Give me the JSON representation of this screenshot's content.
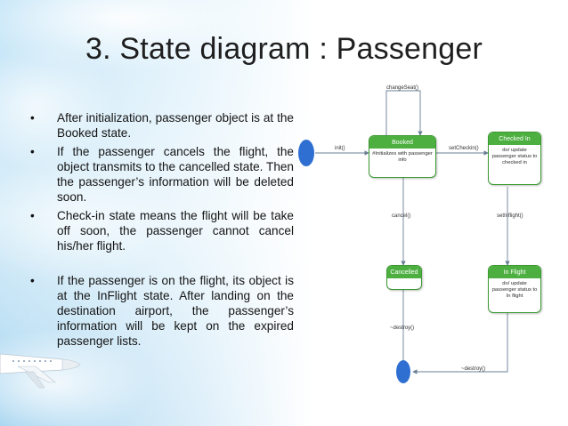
{
  "slide": {
    "title": "3. State diagram : Passenger",
    "bullets": [
      "After initialization, passenger object is at the Booked state.",
      "If the passenger cancels the flight, the object transmits to the cancelled state. Then the passenger’s information will be deleted soon.",
      "Check-in state means the flight will be take off soon, the passenger cannot cancel his/her flight.",
      "If the passenger is on the flight, its object is at the InFlight state. After landing on the destination airport, the passenger’s information will be kept on the expired passenger lists."
    ],
    "bullet_symbol": "•"
  },
  "diagram": {
    "states": {
      "booked": {
        "name": "Booked",
        "action": "#Initializes with passenger info"
      },
      "checked_in": {
        "name": "Checked In",
        "action": "do/ update passenger status to checked in"
      },
      "cancelled": {
        "name": "Cancelled",
        "action": ""
      },
      "in_flight": {
        "name": "In Flight",
        "action": "do/ update passenger status to In flight"
      }
    },
    "transitions": {
      "change_seat": "changeSeat()",
      "init": "init()",
      "set_checkin": "setCheckin()",
      "cancel": "cancel()",
      "set_inflight": "setInflight()",
      "destroy_cancelled": "~destroy()",
      "destroy_inflight": "~destroy()"
    },
    "colors": {
      "state_header": "#4caf3f",
      "state_border": "#3c9a32",
      "pseudostate": "#2e6fd1",
      "arrow": "#6a7f95"
    }
  }
}
